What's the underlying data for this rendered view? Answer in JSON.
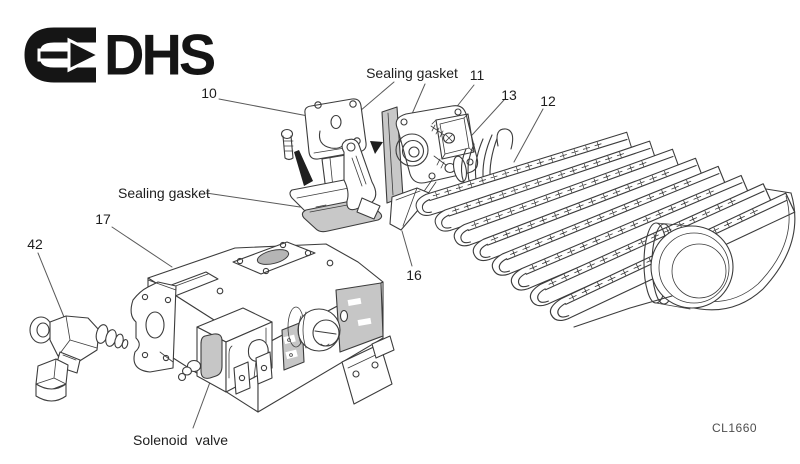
{
  "logo": {
    "text": "DHS",
    "mark_icon": "arrow-right-mark"
  },
  "labels": {
    "part_10": "10",
    "part_11": "11",
    "part_12": "12",
    "part_13": "13",
    "part_16": "16",
    "part_17": "17",
    "part_42": "42",
    "sealing_gasket_top": "Sealing gasket",
    "sealing_gasket_left": "Sealing gasket",
    "solenoid_valve": "Solenoid valve"
  },
  "footer": {
    "drawing_code": "CL1660"
  },
  "colors": {
    "background": "#ffffff",
    "line": "#3c3c3c",
    "gasket_fill": "#c8c8c8",
    "shade_fill": "#c6c6c6",
    "label_text": "#1e1e1e",
    "code_text": "#4e4e4e",
    "logo": "#151515"
  }
}
